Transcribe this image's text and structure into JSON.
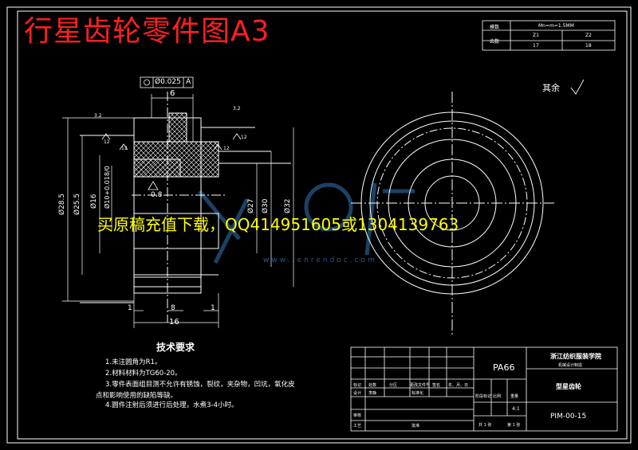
{
  "title": "行星齿轮零件图A3",
  "watermark_text": "买原稿充值下载，QQ414951605或1304139763",
  "watermark_url": "www.renrendoc.com",
  "surface_note": "其余",
  "gear_table": {
    "row1_label": "模数",
    "row1_value": "Mn=m=1.5MM",
    "row2_label": "齿数",
    "col_a": "Z1",
    "col_b": "Z2",
    "val_a": "17",
    "val_b": "18"
  },
  "tolerance_frame": {
    "value": "Ø0.025",
    "datum": "A"
  },
  "dimensions": {
    "top_width": "6",
    "chamfer_left": "3.2",
    "chamfer_right": "3.2",
    "roughness_left": "12",
    "roughness_left2": "12",
    "roughness_right": "12",
    "roughness_right2": "12",
    "roughness_bottom": "0.8",
    "d_outer_left": "Ø28.5",
    "d_left2": "Ø25.5",
    "d_bore": "Ø16",
    "d_bore_tol": "Ø10+0.018/0",
    "d_right1": "Ø27",
    "d_right2": "Ø30",
    "d_right3": "Ø32",
    "bottom_1": "1",
    "bottom_8": "8",
    "bottom_1b": "1",
    "overall_width": "16"
  },
  "tech_requirements": {
    "heading": "技术要求",
    "items": [
      "1.未注圆角为R1。",
      "2.材料材料为TG60-20。",
      "3.零件表面组目测不允许有锈蚀，裂纹，夹杂物，凹坑，氧化皮",
      "点和影响使用的缺陷等缺。",
      "4.圆件注射后须进行后处理，水煮3-4小时。"
    ]
  },
  "title_block": {
    "material": "PA66",
    "school": "浙江纺织服装学院",
    "school_sub": "机械设计制造",
    "part_name": "型星齿轮",
    "drawing_no": "PIM-00-15",
    "scale_label": "阶段标记",
    "weight_label": "重量",
    "ratio_label": "比例",
    "ratio_value": "4:1",
    "sheets": "共 1 张",
    "sheet": "第 1 张",
    "row_labels": [
      "标记",
      "处数",
      "分区",
      "更改文件号",
      "签名",
      "年、月、日"
    ],
    "design_label": "设计",
    "design_name": "李静",
    "std_label": "标准化",
    "check_label": "审核",
    "process_label": "工艺",
    "approve_label": "批准"
  }
}
